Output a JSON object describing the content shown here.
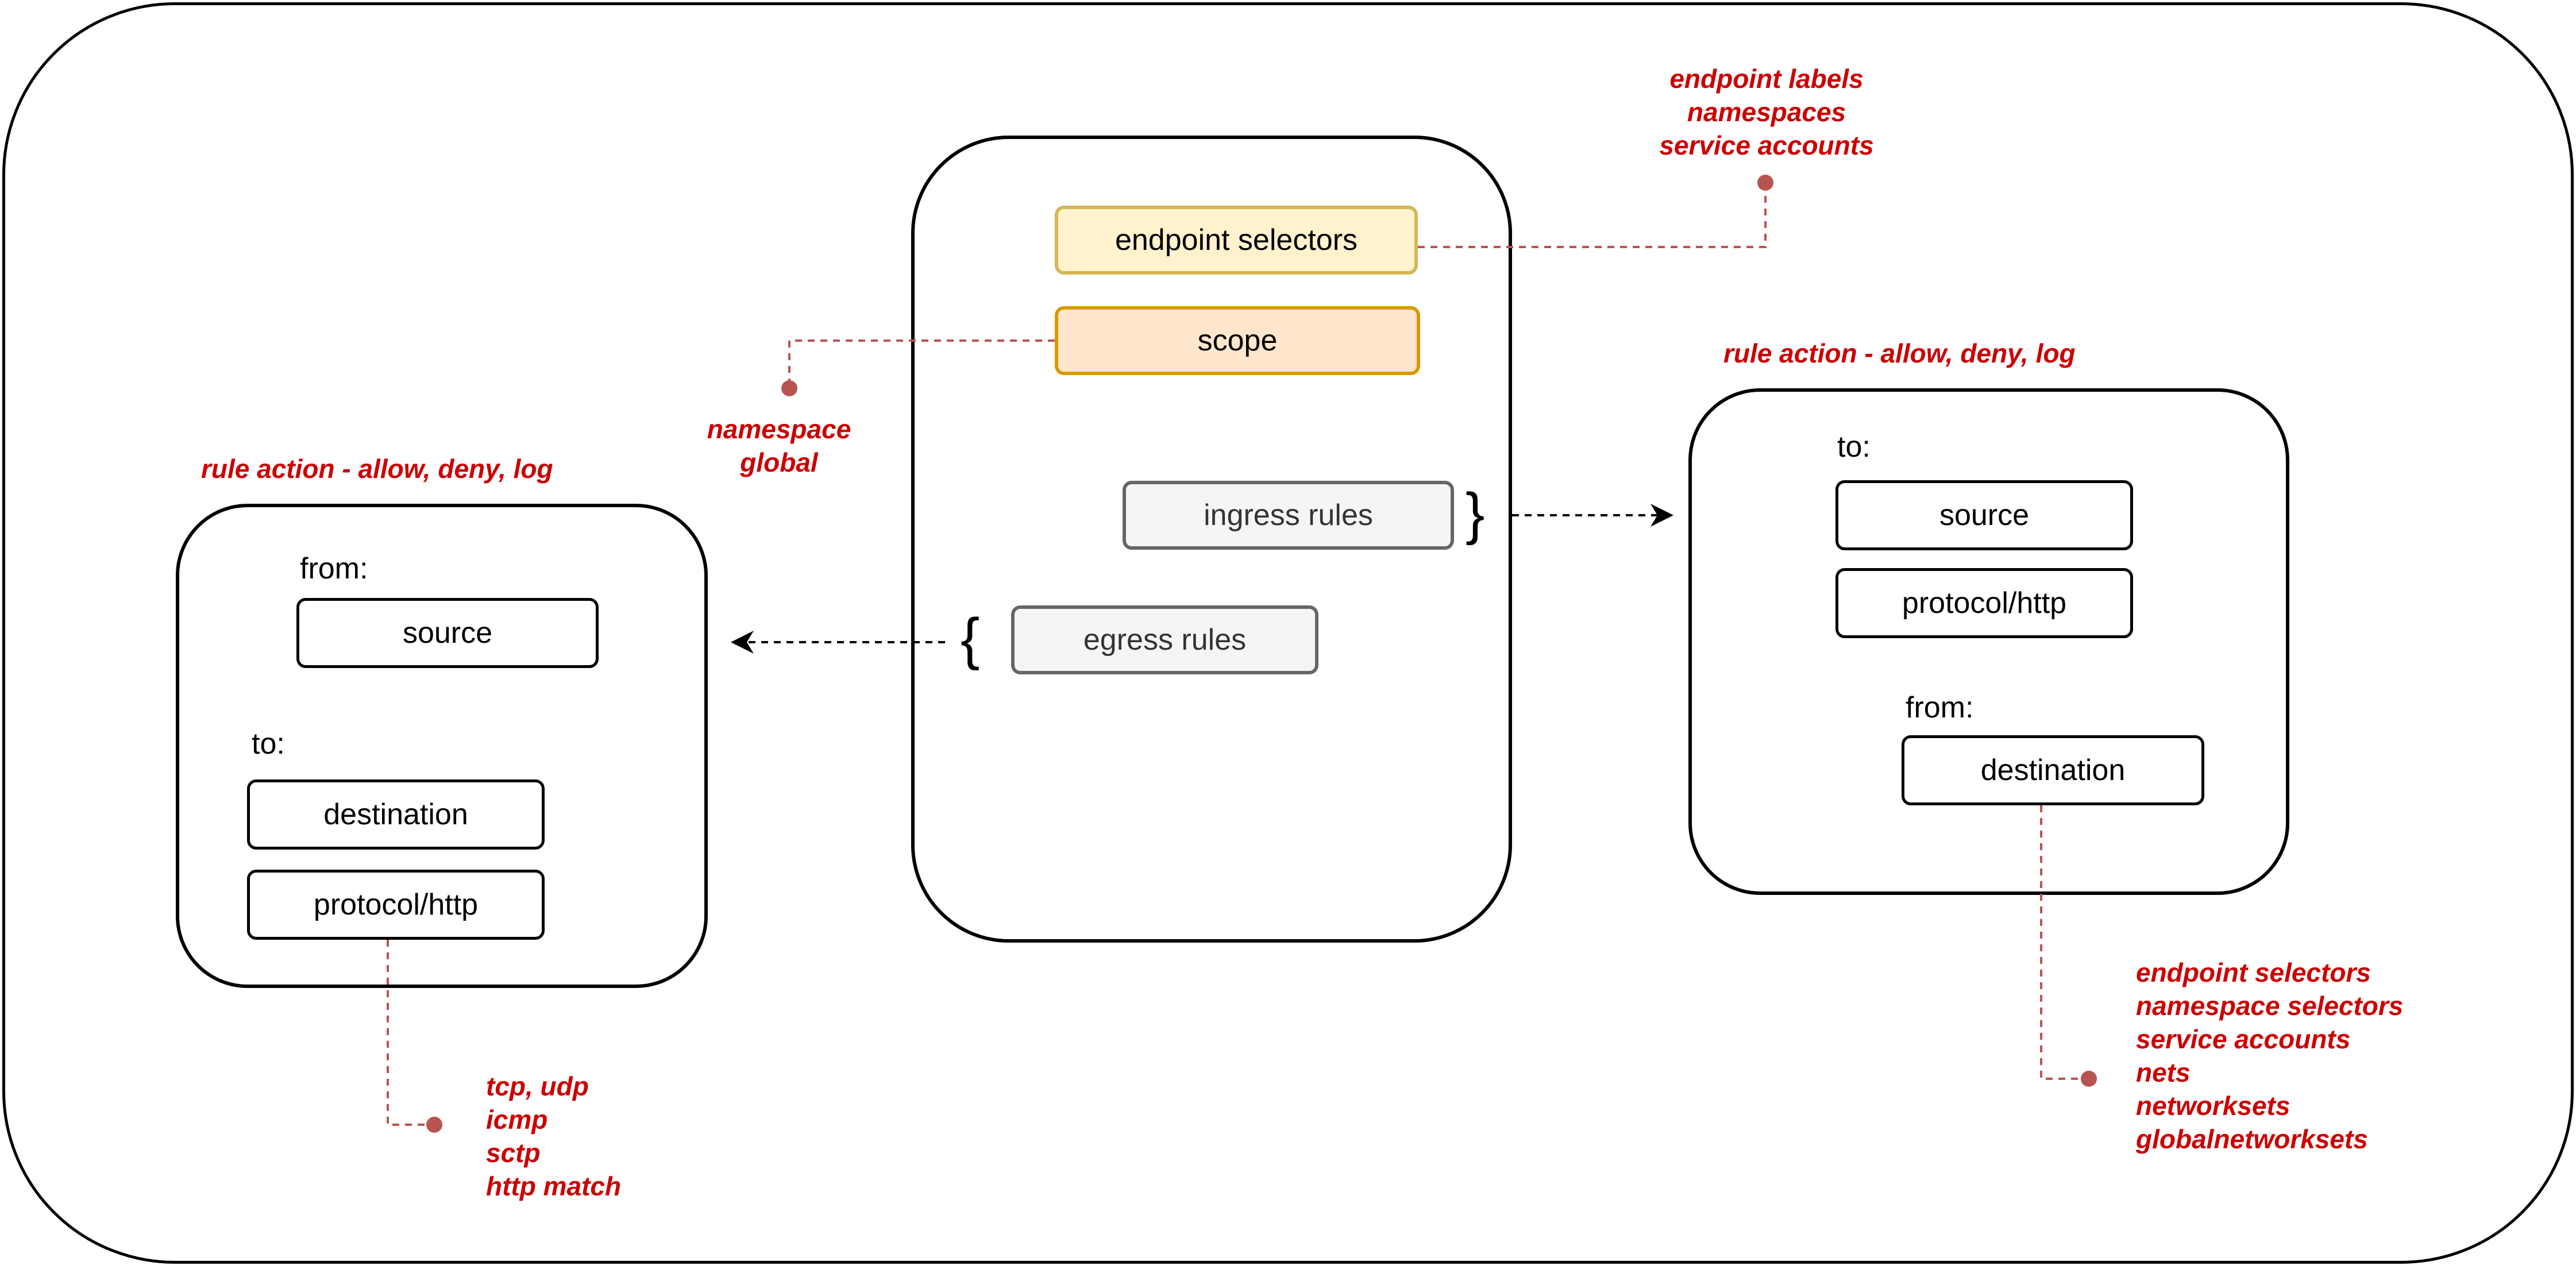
{
  "colors": {
    "annotation": "#cc0000",
    "connector": "#b85450",
    "endpoint_selectors_fill": "#fff2cc",
    "endpoint_selectors_stroke": "#d6b656",
    "scope_fill": "#ffe6cc",
    "scope_stroke": "#d79b00",
    "rules_fill": "#f5f5f5",
    "rules_stroke": "#666666"
  },
  "policy": {
    "endpoint_selectors": "endpoint selectors",
    "scope": "scope",
    "ingress_rules": "ingress rules",
    "egress_rules": "egress rules",
    "ingress_brace": "}",
    "egress_brace": "{"
  },
  "annotations": {
    "endpoint_selectors": [
      "endpoint labels",
      "namespaces",
      "service accounts"
    ],
    "scope": [
      "namespace",
      "global"
    ],
    "egress_action": "rule action - allow, deny, log",
    "ingress_action": "rule action - allow, deny, log",
    "protocols": [
      "tcp, udp",
      "icmp",
      "sctp",
      "http match"
    ],
    "destination_selectors": [
      "endpoint selectors",
      "namespace selectors",
      "service accounts",
      "nets",
      "networksets",
      "globalnetworksets"
    ]
  },
  "egress_rule": {
    "from_label": "from:",
    "source": "source",
    "to_label": "to:",
    "destination": "destination",
    "protocol": "protocol/http"
  },
  "ingress_rule": {
    "to_label": "to:",
    "source": "source",
    "protocol": "protocol/http",
    "from_label": "from:",
    "destination": "destination"
  }
}
